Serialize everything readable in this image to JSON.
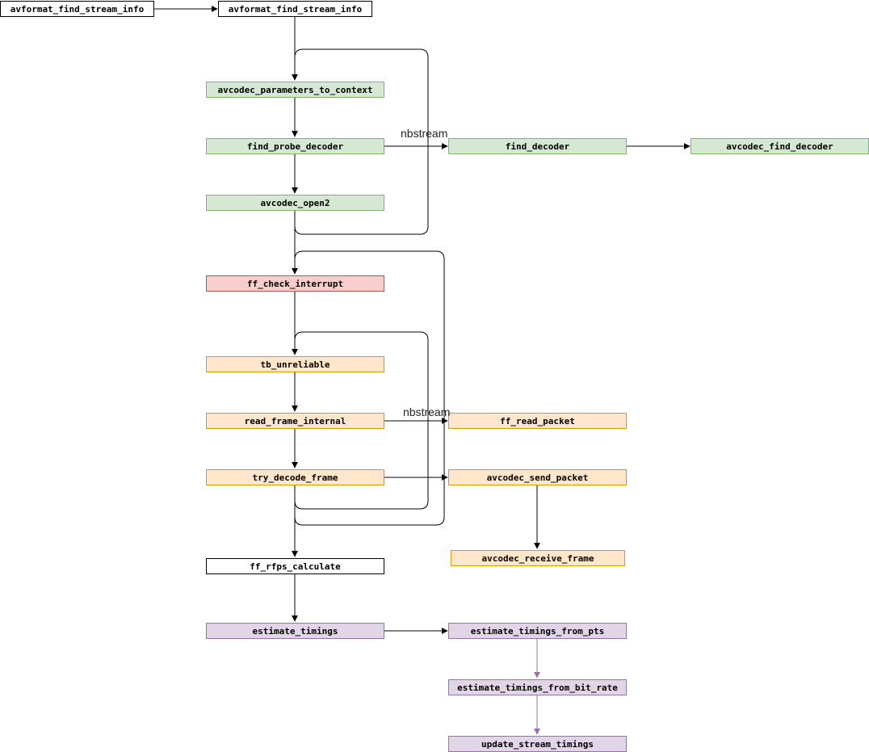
{
  "nodes": {
    "entry": "avformat_find_stream_info",
    "main": "avformat_find_stream_info",
    "params_to_ctx": "avcodec_parameters_to_context",
    "find_probe_decoder": "find_probe_decoder",
    "find_decoder": "find_decoder",
    "avcodec_find_decoder": "avcodec_find_decoder",
    "avcodec_open2": "avcodec_open2",
    "ff_check_interrupt": "ff_check_interrupt",
    "tb_unreliable": "tb_unreliable",
    "read_frame_internal": "read_frame_internal",
    "ff_read_packet": "ff_read_packet",
    "try_decode_frame": "try_decode_frame",
    "avcodec_send_packet": "avcodec_send_packet",
    "avcodec_receive_frame": "avcodec_receive_frame",
    "ff_rfps_calculate": "ff_rfps_calculate",
    "estimate_timings": "estimate_timings",
    "estimate_from_pts": "estimate_timings_from_pts",
    "estimate_from_bit_rate": "estimate_timings_from_bit_rate",
    "update_stream_timings": "update_stream_timings"
  },
  "loop_labels": {
    "first": "nbstream",
    "second": "nbstream"
  },
  "colors": {
    "edge": "#000000",
    "edge_purple": "#9673a6",
    "green_fill": "#d5e8d4",
    "green_stroke": "#82b366",
    "red_fill": "#f8cecc",
    "red_stroke": "#b85450",
    "orange_fill": "#ffe6cc",
    "orange_stroke": "#d79b00",
    "purple_fill": "#e1d5e7",
    "purple_stroke": "#9673a6"
  }
}
